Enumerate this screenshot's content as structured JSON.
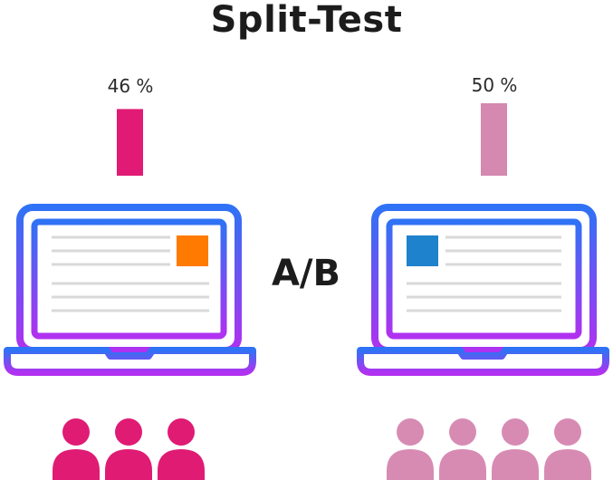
{
  "title": "Split-Test",
  "center_label": "A/B",
  "variants": [
    {
      "id": "A",
      "percent_label": "46 %",
      "percent": 46,
      "bar_color": "#e11b75",
      "people_count": 3,
      "people_color": "#e01b74",
      "accent_color": "#ff7a00",
      "accent_side": "right"
    },
    {
      "id": "B",
      "percent_label": "50 %",
      "percent": 50,
      "bar_color": "#d588b0",
      "people_count": 4,
      "people_color": "#d78bb3",
      "accent_color": "#1f82cc",
      "accent_side": "left"
    }
  ],
  "colors": {
    "laptop_gradient_top": "#2f72f5",
    "laptop_gradient_bottom": "#b031f0",
    "text_line": "#d9d9d9"
  }
}
